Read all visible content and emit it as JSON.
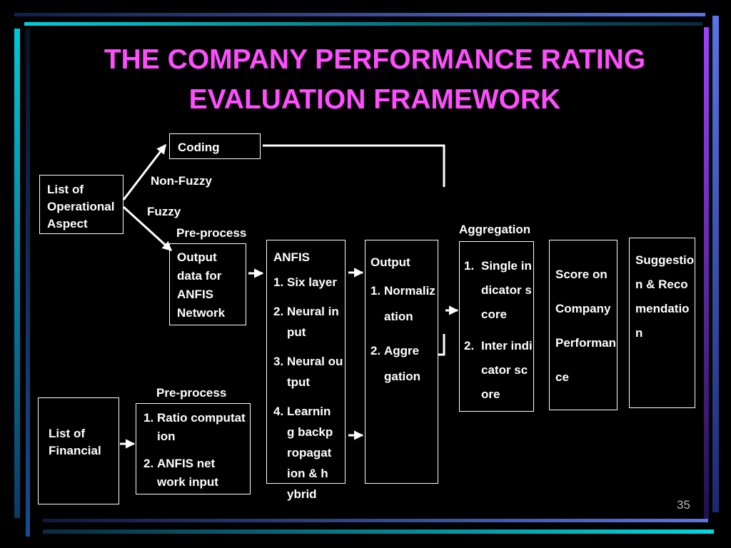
{
  "title": "THE COMPANY PERFORMANCE RATING EVALUATION FRAMEWORK",
  "nodes": {
    "operational": "List of Operational Aspect",
    "coding": "Coding",
    "non_fuzzy": "Non-Fuzzy",
    "fuzzy": "Fuzzy",
    "preprocess_1": "Pre-process",
    "anfis_output": "Output data for ANFIS Network",
    "anfis": {
      "title": "ANFIS",
      "items": [
        "Six layer",
        "Neural input",
        "Neural output",
        "Learning backpropagation & hybrid"
      ]
    },
    "output": {
      "title": "Output",
      "items": [
        "Normalization",
        "Aggregation"
      ]
    },
    "aggregation_label": "Aggregation",
    "aggregation": {
      "items": [
        "Single indicator score",
        "Inter indicator score"
      ]
    },
    "score": "Score on Company Performance",
    "suggestion": "Suggestion & Recomendation",
    "financial": "List of Financial",
    "preprocess_2": "Pre-process",
    "financial_steps": {
      "items": [
        "Ratio computation",
        "ANFIS network input"
      ]
    }
  },
  "slide_number": "35",
  "colors": {
    "background": "#000000",
    "title": "#ff4dff",
    "frame_blue": "#5a74e6",
    "frame_violet": "#8a3cf0",
    "frame_cyan": "#00d8e0"
  }
}
